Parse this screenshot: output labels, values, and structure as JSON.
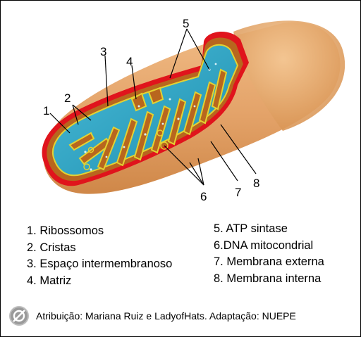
{
  "labels": {
    "n1": "1",
    "n2": "2",
    "n3": "3",
    "n4": "4",
    "n5": "5",
    "n6": "6",
    "n7": "7",
    "n8": "8"
  },
  "legend_left": [
    "1. Ribossomos",
    "2. Cristas",
    "3. Espaço intermembranoso",
    "4. Matriz"
  ],
  "legend_right": [
    "5. ATP sintase",
    "6.DNA mitocondrial",
    "7. Membrana externa",
    "8. Membrana interna"
  ],
  "credit": "Atribuição: Mariana Ruiz e LadyofHats. Adaptação: NUEPE",
  "icons": {
    "credit_icon": "public-domain-icon"
  },
  "colors": {
    "outer_shell": "#e3a268",
    "outer_membrane": "#e0141c",
    "intermembrane": "#b8661e",
    "matrix": "#2aa7c6",
    "cristae_edge": "#e3d232"
  }
}
